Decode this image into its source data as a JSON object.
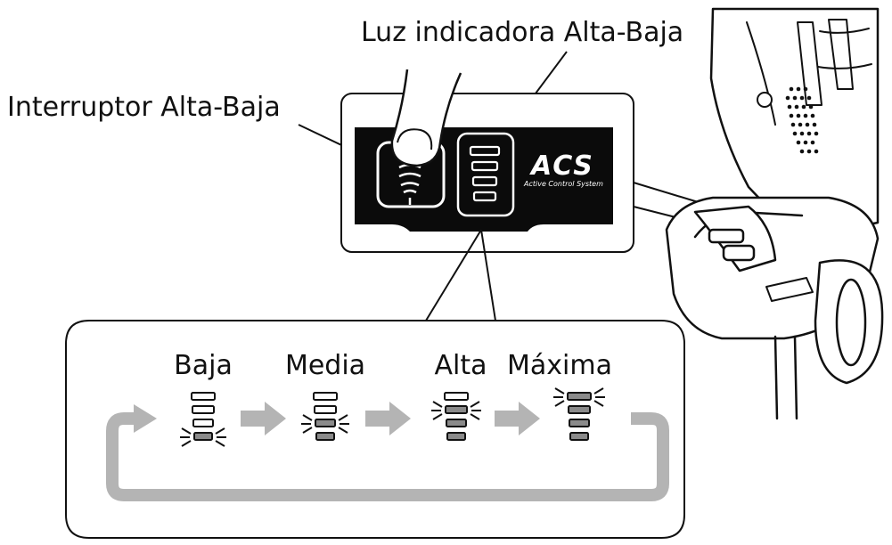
{
  "callouts": {
    "indicator_light": "Luz indicadora Alta-Baja",
    "switch": "Interruptor Alta-Baja"
  },
  "panel": {
    "logo": "ACS",
    "logo_subtitle": "Active Control System"
  },
  "modes": [
    {
      "label": "Baja",
      "lit_levels": 1
    },
    {
      "label": "Media",
      "lit_levels": 2
    },
    {
      "label": "Alta",
      "lit_levels": 3
    },
    {
      "label": "Máxima",
      "lit_levels": 4
    }
  ],
  "colors": {
    "line": "#111111",
    "panel": "#0b0b0b",
    "arrow": "#b4b4b4",
    "lit_segment": "#8a8a8a"
  }
}
